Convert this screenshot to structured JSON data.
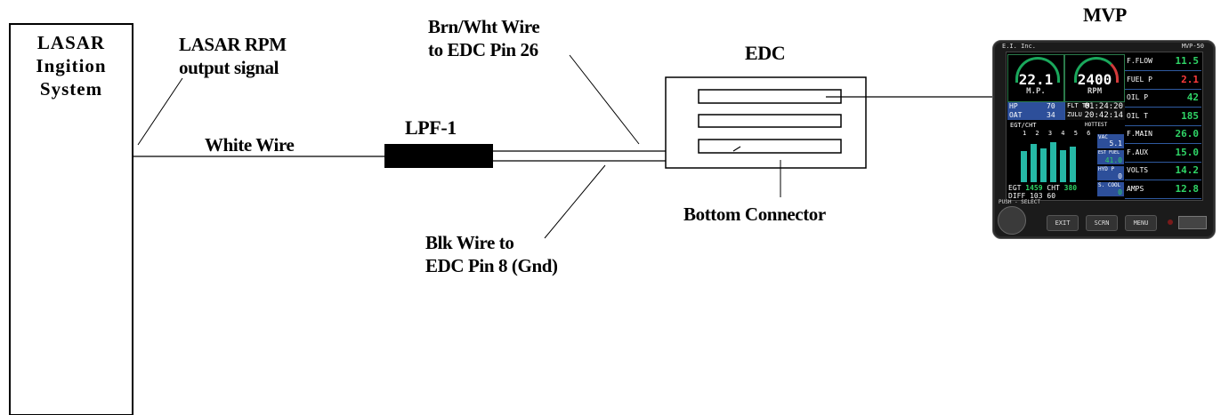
{
  "labels": {
    "lasar_box": [
      "LASAR",
      "Ingition",
      "System"
    ],
    "lasar_rpm": [
      "LASAR RPM",
      "output signal"
    ],
    "white_wire": "White Wire",
    "lpf": "LPF-1",
    "brn_wire": [
      "Brn/Wht Wire",
      "to EDC Pin 26"
    ],
    "edc": "EDC",
    "mvp": "MVP",
    "bottom_connector": "Bottom Connector",
    "blk_wire": [
      "Blk Wire to",
      "EDC Pin 8 (Gnd)"
    ]
  },
  "mvp_display": {
    "header_left": "E.I. Inc.",
    "header_right": "MVP-50",
    "mp_value": "22.1",
    "mp_unit": "M.P.",
    "rpm_value": "2400",
    "rpm_unit": "RPM",
    "hp_label": "HP",
    "hp_value": "70",
    "oat_label": "OAT",
    "oat_value": "34",
    "flt_tm_label": "FLT TM",
    "flt_tm_value": "01:24:20",
    "zulu_label": "ZULU",
    "zulu_value": "20:42:14",
    "egt_cht_label": "EGT/CHT",
    "hottest_label": "HOTTEST",
    "cyl_numbers": "1 2 3 4 5 6",
    "egt_label": "EGT",
    "egt_value": "1459",
    "cht_label": "CHT",
    "cht_value": "380",
    "diff_label": "DIFF",
    "diff_egt": "103",
    "diff_cht": "60",
    "egt_bars": [
      0.7,
      0.85,
      0.75,
      0.9,
      0.72,
      0.8
    ],
    "vac_label": "VAC",
    "vac_value": "5.1",
    "est_fuel_label": "EST FUEL",
    "est_fuel_value": "41.0",
    "hyd_p_label": "HYD P",
    "hyd_p_value": "0",
    "s_cool_label": "S. COOL",
    "s_cool_value": "0",
    "right_rows": [
      {
        "k": "F.FLOW",
        "v": "11.5",
        "red": false
      },
      {
        "k": "FUEL P",
        "v": "2.1",
        "red": true
      },
      {
        "k": "OIL P",
        "v": "42",
        "red": false
      },
      {
        "k": "OIL T",
        "v": "185",
        "red": false
      },
      {
        "k": "F.MAIN",
        "v": "26.0",
        "red": false
      },
      {
        "k": "F.AUX",
        "v": "15.0",
        "red": false
      },
      {
        "k": "VOLTS",
        "v": "14.2",
        "red": false
      },
      {
        "k": "AMPS",
        "v": "12.8",
        "red": false
      }
    ],
    "push_select": "PUSH - SELECT",
    "btn_exit": "EXIT",
    "btn_scrn": "SCRN",
    "btn_menu": "MENU"
  }
}
